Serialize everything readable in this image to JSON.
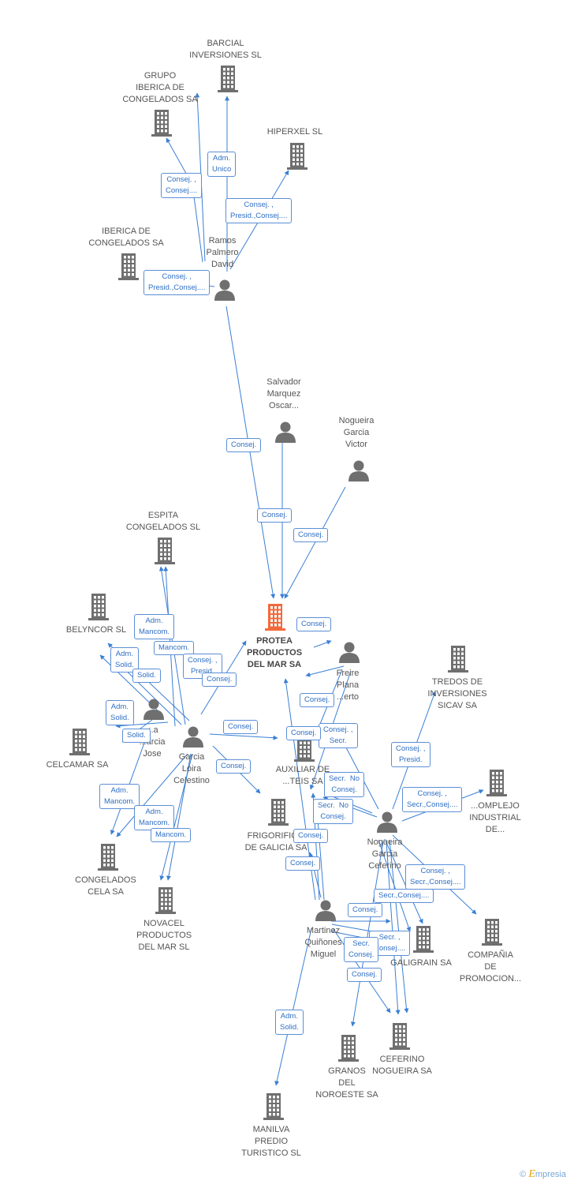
{
  "colors": {
    "edge": "#3a7fd5",
    "building": "#6f6f6f",
    "main_building": "#f26a3b",
    "person": "#6f6f6f",
    "label_text": "#555555",
    "relation_text": "#2f6fc4"
  },
  "nodes": {
    "barcial": {
      "label": "BARCIAL\nINVERSIONES SL",
      "icon": "building-icon"
    },
    "grupo_iberica": {
      "label": "GRUPO\nIBERICA DE\nCONGELADOS SA",
      "icon": "building-icon"
    },
    "hiperxel": {
      "label": "HIPERXEL SL",
      "icon": "building-icon"
    },
    "iberica": {
      "label": "IBERICA DE\nCONGELADOS SA",
      "icon": "building-icon"
    },
    "ramos": {
      "label": "Ramos\nPalmero\nDavid",
      "icon": "person-icon"
    },
    "salvador": {
      "label": "Salvador\nMarquez\nOscar...",
      "icon": "person-icon"
    },
    "nogueira_victor": {
      "label": "Nogueira\nGarcia\nVictor",
      "icon": "person-icon"
    },
    "espita": {
      "label": "ESPITA\nCONGELADOS SL",
      "icon": "building-icon"
    },
    "belyncor": {
      "label": "BELYNCOR SL",
      "icon": "building-icon"
    },
    "protea": {
      "label": "PROTEA\nPRODUCTOS\nDEL MAR SA",
      "icon": "building-icon"
    },
    "freire": {
      "label": "Freire\nPlana\n...erto",
      "icon": "person-icon"
    },
    "tredos": {
      "label": "TREDOS DE\nINVERSIONES\nSICAV SA",
      "icon": "building-icon"
    },
    "celcamar": {
      "label": "CELCAMAR SA",
      "icon": "building-icon"
    },
    "garcia_jose": {
      "label": "...a\n...arcia\nJose",
      "icon": "person-icon"
    },
    "garcia_loira": {
      "label": "Garcia\nLoira\nCelestino",
      "icon": "person-icon"
    },
    "auxiliar": {
      "label": "AUXILIAR DE\n...TEIS SA",
      "icon": "building-icon"
    },
    "complejo": {
      "label": "...OMPLEJO\nINDUSTRIAL\nDE...",
      "icon": "building-icon"
    },
    "frigorificos": {
      "label": "FRIGORIFIC...\nDE GALICIA SA",
      "icon": "building-icon"
    },
    "nogueira_ceferino": {
      "label": "Nogueira\nGarcia\nCeferino",
      "icon": "person-icon"
    },
    "congelados_cela": {
      "label": "CONGELADOS\nCELA SA",
      "icon": "building-icon"
    },
    "novacel": {
      "label": "NOVACEL\nPRODUCTOS\nDEL MAR SL",
      "icon": "building-icon"
    },
    "martinez": {
      "label": "Martinez\nQuiñones\nMiguel",
      "icon": "person-icon"
    },
    "galigrain": {
      "label": "GALIGRAIN SA",
      "icon": "building-icon"
    },
    "compania": {
      "label": "COMPAÑIA\nDE\nPROMOCION...",
      "icon": "building-icon"
    },
    "granos": {
      "label": "GRANOS\nDEL\nNOROESTE SA",
      "icon": "building-icon"
    },
    "ceferino_nogueira": {
      "label": "CEFERINO\nNOGUEIRA SA",
      "icon": "building-icon"
    },
    "manilva": {
      "label": "MANILVA\nPREDIO\nTURISTICO SL",
      "icon": "building-icon"
    }
  },
  "relations": [
    "Adm.\nUnico",
    "Consej. ,\nConsej....",
    "Consej. ,\nPresid.,Consej....",
    "Consej. ,\nPresid.,Consej....",
    "Consej.",
    "Consej.",
    "Consej.",
    "Consej.",
    "Adm.\nMancom.",
    "Mancom.",
    "Adm.\nSolid.",
    "Solid.",
    "Consej. ,\nPresid.",
    "Consej.",
    "Adm.\nSolid.",
    "Solid.",
    "Consej.",
    "Consej.",
    "Consej.",
    "Consej. ,\nSecr.",
    "Consej.",
    "Secr.  No\nConsej.",
    "Secr.  No\nConsej.",
    "Consej. ,\nPresid.",
    "Consej. ,\nSecr.,Consej....",
    "Adm.\nMancom.",
    "Adm.\nMancom.",
    "Mancom.",
    "Consej.",
    "Consej.",
    "Consej. ,\nSecr.,Consej....",
    "Secr.,Consej....",
    "Consej.",
    "Secr. ,\nConsej....",
    "Secr.\nConsej.",
    "Consej.",
    "Adm.\nSolid."
  ],
  "brand": {
    "copyright": "©",
    "e": "E",
    "rest": "mpresia"
  }
}
